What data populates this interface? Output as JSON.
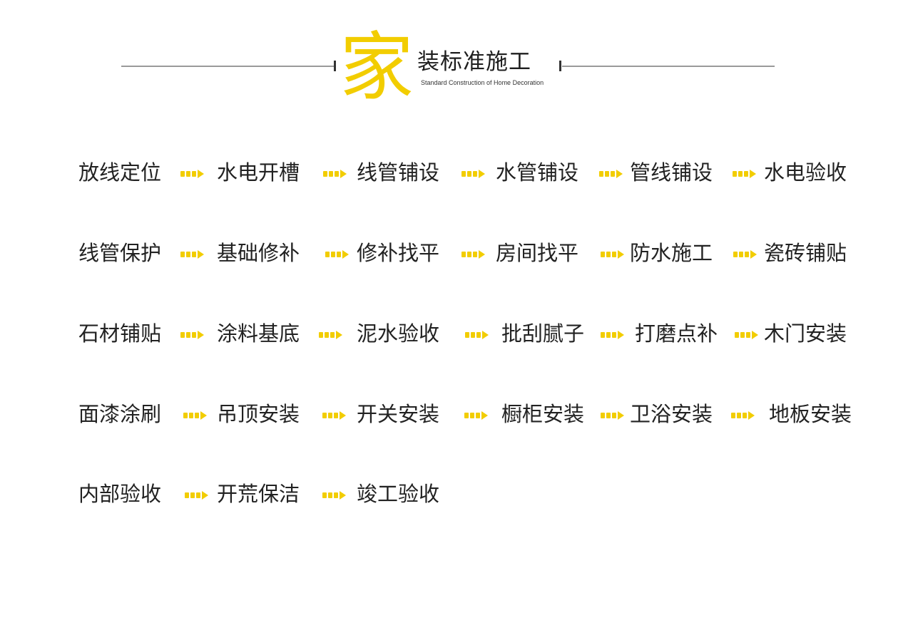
{
  "header": {
    "big_char": "家",
    "title": "装标准施工",
    "subtitle": "Standard Construction of Home Decoration"
  },
  "colors": {
    "accent": "#f2cd00",
    "text": "#222222",
    "line": "#9a9a9a"
  },
  "steps": [
    [
      "放线定位",
      "水电开槽",
      "线管铺设",
      "水管铺设",
      "管线铺设",
      "水电验收"
    ],
    [
      "线管保护",
      "基础修补",
      "修补找平",
      "房间找平",
      "防水施工",
      "瓷砖铺贴"
    ],
    [
      "石材铺贴",
      "涂料基底",
      "泥水验收",
      "批刮腻子",
      "打磨点补",
      "木门安装"
    ],
    [
      "面漆涂刷",
      "吊顶安装",
      "开关安装",
      "橱柜安装",
      "卫浴安装",
      "地板安装"
    ],
    [
      "内部验收",
      "开荒保洁",
      "竣工验收"
    ]
  ],
  "arrow_icon": "yellow-dashed-arrow-icon"
}
